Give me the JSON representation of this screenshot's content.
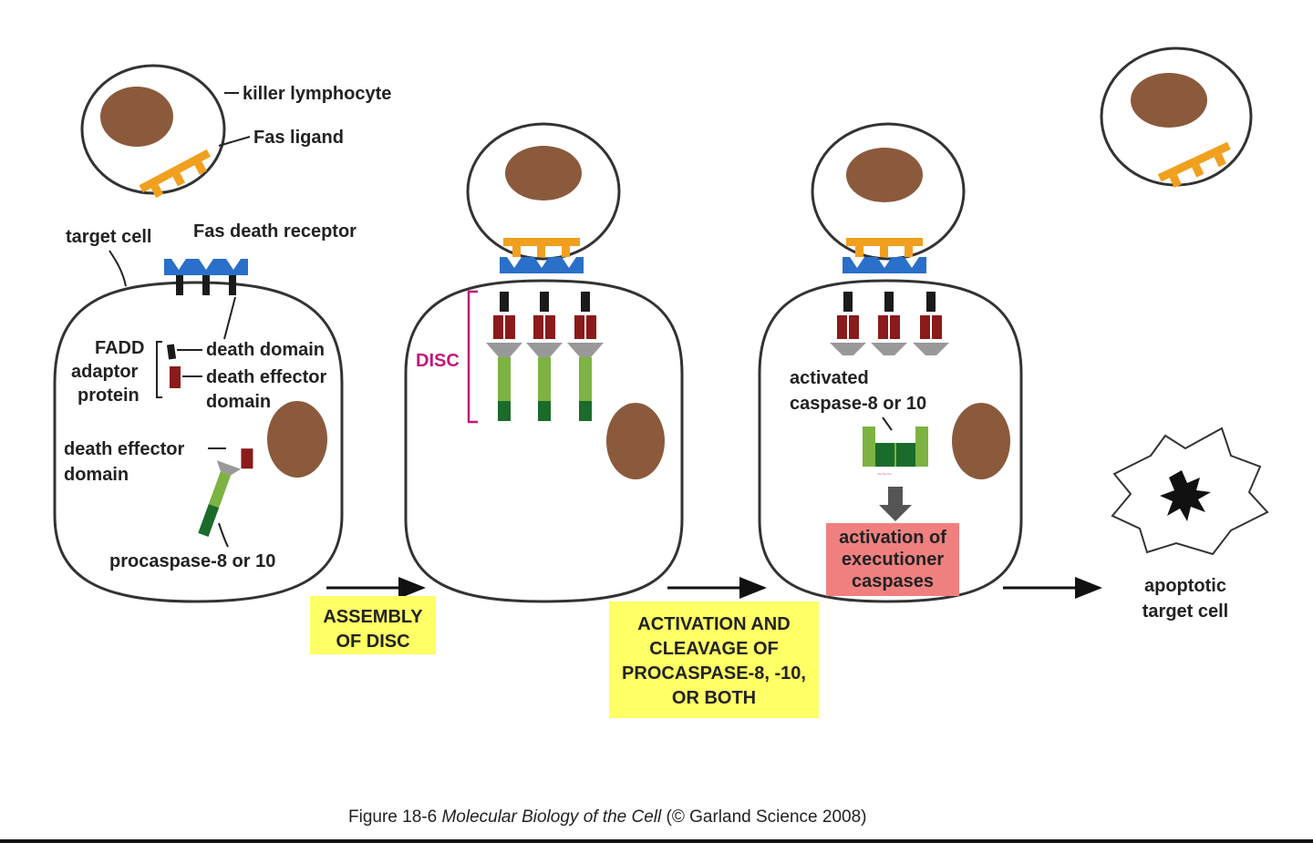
{
  "labels": {
    "killer_lymphocyte": "killer lymphocyte",
    "fas_ligand": "Fas ligand",
    "target_cell": "target cell",
    "fas_death_receptor": "Fas death receptor",
    "fadd": "FADD",
    "adaptor": "adaptor",
    "protein": "protein",
    "death_domain": "death domain",
    "death_effector": "death effector",
    "domain": "domain",
    "death_effector_2": "death effector",
    "domain_2": "domain",
    "procaspase": "procaspase-8 or 10",
    "disc": "DISC",
    "activated": "activated",
    "activated_caspase": "caspase-8 or 10",
    "activation_of": "activation of",
    "executioner": "executioner",
    "caspases": "caspases",
    "apoptotic": "apoptotic",
    "apoptotic_target_cell": "target cell"
  },
  "steps": {
    "assembly_line1": "ASSEMBLY",
    "assembly_line2": "OF DISC",
    "activation_line1": "ACTIVATION AND",
    "activation_line2": "CLEAVAGE OF",
    "activation_line3": "PROCASPASE-8, -10,",
    "activation_line4": "OR BOTH"
  },
  "caption": {
    "prefix": "Figure 18-6  ",
    "book": "Molecular Biology of the Cell",
    "suffix": " (© Garland Science 2008)"
  },
  "colors": {
    "ligand": "#f0a01e",
    "receptor": "#2a6fc9",
    "death_domain": "#1a1a1a",
    "effector_domain": "#8b1a1a",
    "caspase_light": "#7cb342",
    "caspase_dark": "#1b6b2a",
    "nucleus": "#8b5a3c",
    "highlight_yellow": "#ffff66",
    "highlight_pink": "#f08080",
    "disc_magenta": "#c2187a"
  }
}
